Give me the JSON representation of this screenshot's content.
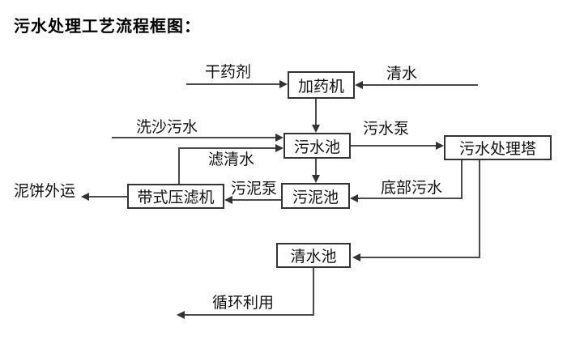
{
  "title": "污水处理工艺流程框图：",
  "nodes": {
    "dosing_machine": "加药机",
    "sewage_pool": "污水池",
    "treatment_tower": "污水处理塔",
    "sludge_pool": "污泥池",
    "belt_filter_press": "带式压滤机",
    "clean_water_pool": "清水池"
  },
  "flow_labels": {
    "dry_chemical": "干药剂",
    "clean_water": "清水",
    "sand_washing_sewage": "洗沙污水",
    "filtered_water": "滤清水",
    "sewage_pump": "污水泵",
    "sludge_pump": "污泥泵",
    "bottom_sewage": "底部污水",
    "mud_cake_shipped_out": "泥饼外运",
    "recycling": "循环利用"
  },
  "connections": [
    {
      "from": "干药剂",
      "to": "加药机",
      "label": "干药剂"
    },
    {
      "from": "清水",
      "to": "加药机",
      "label": "清水"
    },
    {
      "from": "加药机",
      "to": "污水池",
      "label": ""
    },
    {
      "from": "洗沙污水",
      "to": "污水池",
      "label": "洗沙污水"
    },
    {
      "from": "带式压滤机",
      "to": "污水池",
      "label": "滤清水"
    },
    {
      "from": "污水池",
      "to": "污水处理塔",
      "label": "污水泵"
    },
    {
      "from": "污水池",
      "to": "污泥池",
      "label": ""
    },
    {
      "from": "污水处理塔",
      "to": "污泥池",
      "label": "底部污水"
    },
    {
      "from": "污水处理塔",
      "to": "清水池",
      "label": ""
    },
    {
      "from": "污泥池",
      "to": "带式压滤机",
      "label": "污泥泵"
    },
    {
      "from": "带式压滤机",
      "to": "泥饼外运",
      "label": "泥饼外运"
    },
    {
      "from": "清水池",
      "to": "循环利用",
      "label": "循环利用"
    }
  ],
  "colors": {
    "background": "#ffffff",
    "line": "#4a4a4a",
    "box_border": "#333333",
    "text": "#111111"
  }
}
